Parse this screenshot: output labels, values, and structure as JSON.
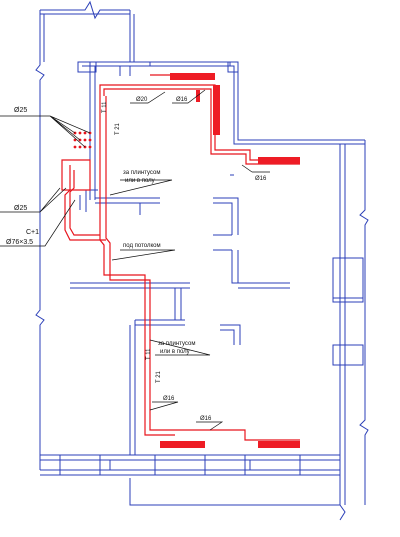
{
  "labels": {
    "left_d25_top": "Ø25",
    "left_d25_bottom": "Ø25",
    "cplus1": "C+1",
    "pipe_d76": "Ø76×3.5",
    "top_d20": "Ø20",
    "top_d16": "Ø16",
    "right_d16": "Ø16",
    "t11_top": "T 11",
    "t21_top": "T 21",
    "za_plintusom_1_l1": "за плинтусом",
    "za_plintusom_1_l2": "или в полу",
    "pod_potolkom": "под потолком",
    "za_plintusom_2_l1": "за плинтусом",
    "za_plintusom_2_l2": "или в полу",
    "t11_bottom": "T 11",
    "t21_bottom": "T 21",
    "bottom_d16_a": "Ø16",
    "bottom_d16_b": "Ø16"
  },
  "colors": {
    "wall": "#2b3fb8",
    "pipe": "#e8141c",
    "radiator": "#ee1c25",
    "leader": "#111111"
  }
}
